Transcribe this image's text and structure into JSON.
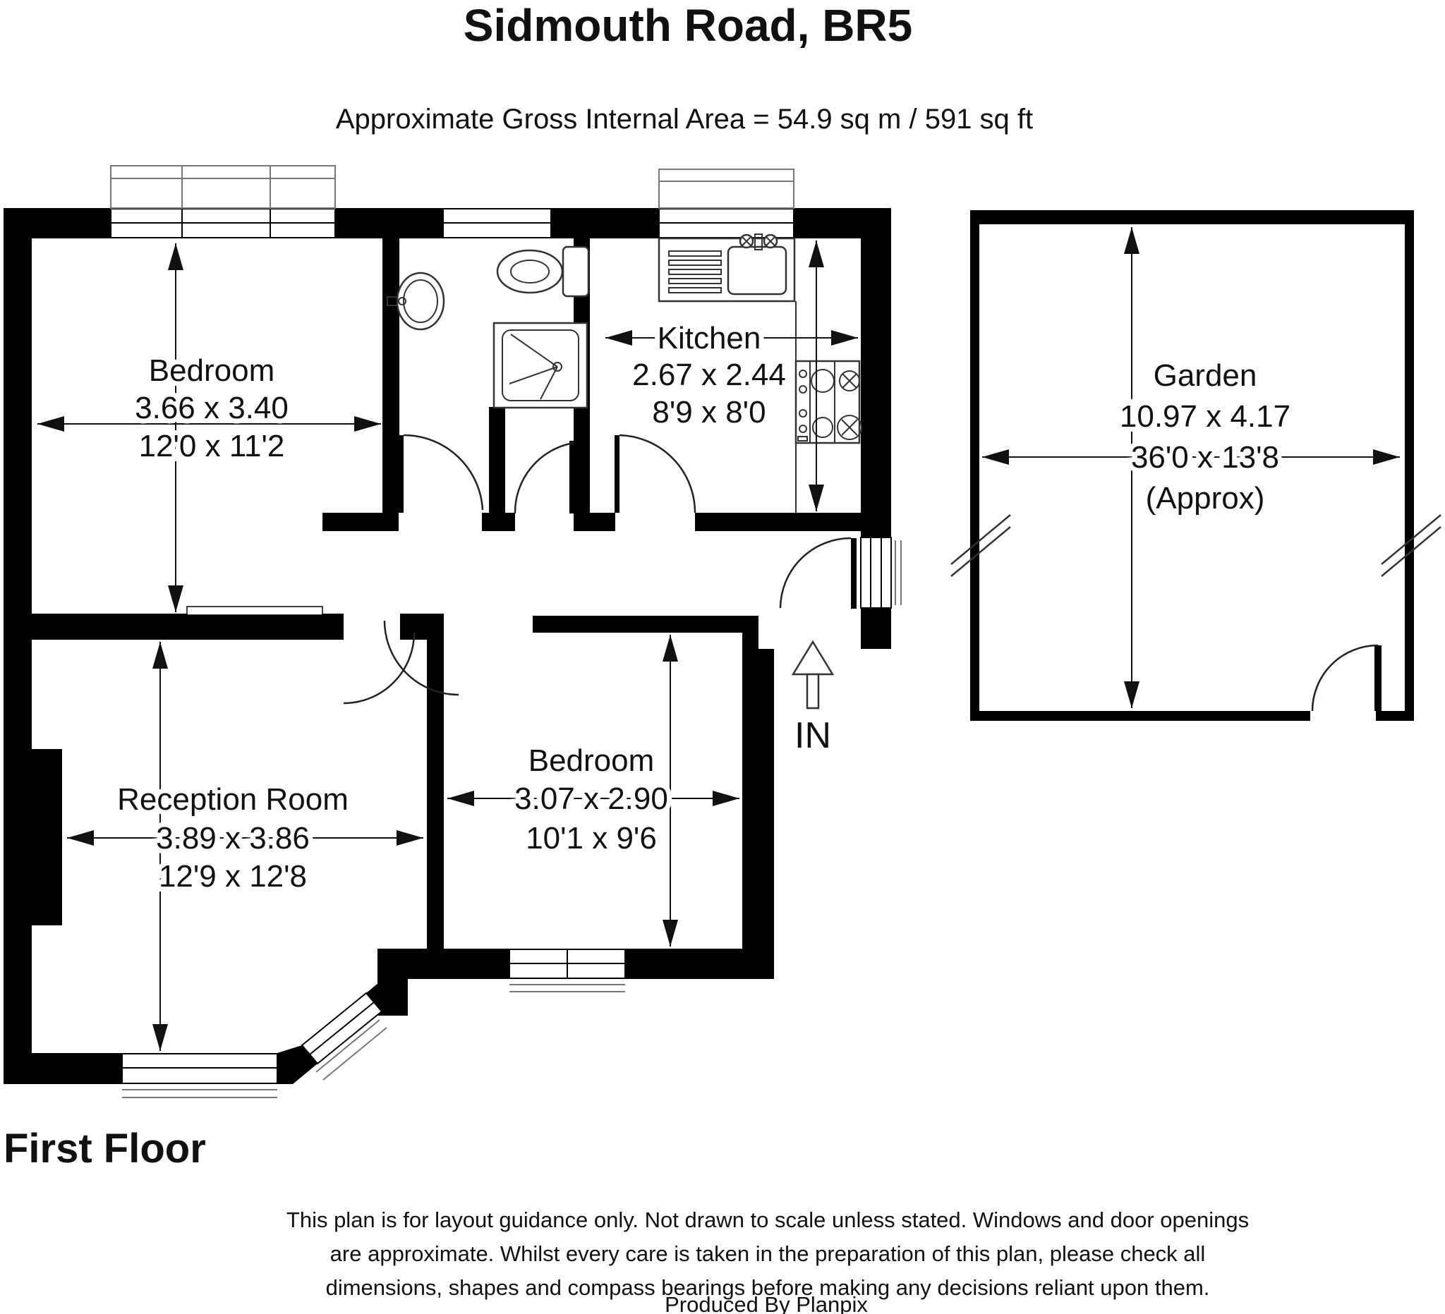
{
  "header": {
    "title": "Sidmouth Road, BR5",
    "subtitle": "Approximate Gross Internal Area = 54.9 sq m / 591 sq ft"
  },
  "floor_label": "First Floor",
  "entrance_label": "IN",
  "rooms": {
    "bedroom1": {
      "name": "Bedroom",
      "metric": "3.66 x 3.40",
      "imperial": "12'0 x 11'2"
    },
    "kitchen": {
      "name": "Kitchen",
      "metric": "2.67 x 2.44",
      "imperial": "8'9 x 8'0"
    },
    "reception": {
      "name": "Reception Room",
      "metric": "3.89 x 3.86",
      "imperial": "12'9 x 12'8"
    },
    "bedroom2": {
      "name": "Bedroom",
      "metric": "3.07 x 2.90",
      "imperial": "10'1 x 9'6"
    },
    "garden": {
      "name": "Garden",
      "metric": "10.97 x 4.17",
      "imperial": "36'0 x 13'8",
      "approx": "(Approx)"
    }
  },
  "disclaimer": {
    "line1": "This plan is for layout guidance only. Not drawn to scale unless stated. Windows and door openings",
    "line2": "are approximate. Whilst every care is taken in the preparation of this plan, please check all",
    "line3": "dimensions, shapes and compass bearings before making any decisions reliant upon them.",
    "credit": "Produced By Planpix"
  },
  "colors": {
    "wall": "#000000",
    "background": "#ffffff"
  }
}
